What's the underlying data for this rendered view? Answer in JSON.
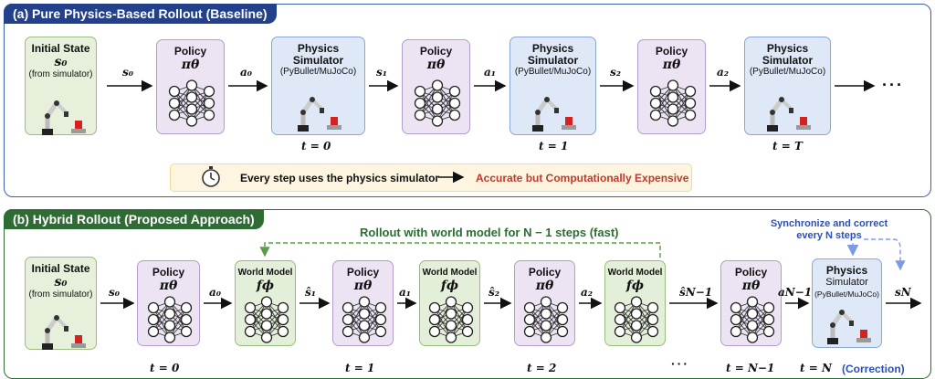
{
  "panel_a": {
    "title": "(a) Pure Physics-Based Rollout (Baseline)",
    "initial": {
      "title": "Initial State",
      "symbol": "s₀",
      "sub": "(from simulator)"
    },
    "policy": {
      "title": "Policy",
      "symbol": "πθ"
    },
    "sim": {
      "title1": "Physics",
      "title2": "Simulator",
      "sub": "(PyBullet/MuJoCo)"
    },
    "arrows": [
      "s₀",
      "a₀",
      "s₁",
      "a₁",
      "s₂",
      "a₂"
    ],
    "times": [
      "t = 0",
      "t = 1",
      "t = T"
    ],
    "ellipsis": "···",
    "note_left": "Every step uses the physics simulator",
    "note_right": "Accurate but Computationally Expensive"
  },
  "panel_b": {
    "title": "(b) Hybrid Rollout (Proposed Approach)",
    "loop_text": "Rollout with world model for N − 1 steps (fast)",
    "sync_text1": "Synchronize and correct",
    "sync_text2": "every N steps",
    "initial": {
      "title": "Initial State",
      "symbol": "s₀",
      "sub": "(from simulator)"
    },
    "policy": {
      "title": "Policy",
      "symbol": "πθ"
    },
    "wm": {
      "title": "World Model",
      "symbol": "fϕ"
    },
    "sim": {
      "title1": "Physics",
      "title2": "Simulator",
      "sub": "(PyBullet/MuJoCo)"
    },
    "arrows": [
      "s₀",
      "a₀",
      "ŝ₁",
      "a₁",
      "ŝ₂",
      "a₂",
      "ŝN−1",
      "aN−1",
      "sN"
    ],
    "times": [
      "t = 0",
      "t = 1",
      "t = 2",
      "t = N−1",
      "t = N"
    ],
    "correction": "(Correction)",
    "ellipsis": "···"
  },
  "colors": {
    "panel_a": "#23418a",
    "panel_b": "#2e6b35",
    "expensive": "#c0392b",
    "sync": "#2c4fb8"
  }
}
